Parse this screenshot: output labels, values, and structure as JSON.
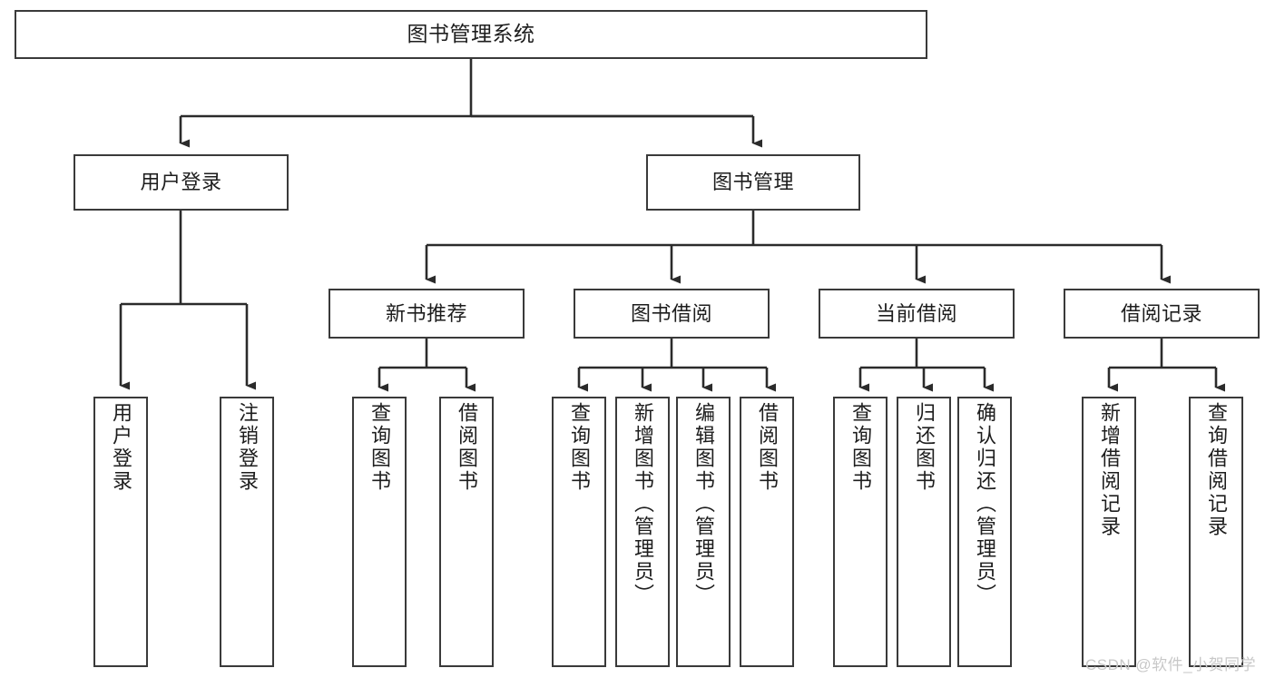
{
  "diagram": {
    "title": "图书管理系统",
    "type": "hierarchy-tree",
    "watermark": "CSDN @软件_小贺同学",
    "colors": {
      "box_border": "#3a3a3a",
      "connector": "#2b2b2b",
      "background": "#ffffff",
      "text": "#1d1d1d",
      "watermark": "#c8c8c8"
    },
    "nodes": {
      "root": {
        "label": "图书管理系统"
      },
      "level2": [
        {
          "id": "user-login",
          "label": "用户登录"
        },
        {
          "id": "book-management",
          "label": "图书管理"
        }
      ],
      "level3": [
        {
          "id": "new-book-recommend",
          "label": "新书推荐"
        },
        {
          "id": "book-borrow",
          "label": "图书借阅"
        },
        {
          "id": "current-borrow",
          "label": "当前借阅"
        },
        {
          "id": "borrow-record",
          "label": "借阅记录"
        }
      ],
      "leaves": {
        "user-login": [
          {
            "id": "leaf-user-login",
            "label": "用户登录"
          },
          {
            "id": "leaf-logout-login",
            "label": "注销登录"
          }
        ],
        "new-book-recommend": [
          {
            "id": "leaf-query-book-1",
            "label": "查询图书"
          },
          {
            "id": "leaf-borrow-book-1",
            "label": "借阅图书"
          }
        ],
        "book-borrow": [
          {
            "id": "leaf-query-book-2",
            "label": "查询图书"
          },
          {
            "id": "leaf-add-book",
            "label": "新增图书（管理员）"
          },
          {
            "id": "leaf-edit-book",
            "label": "编辑图书（管理员）"
          },
          {
            "id": "leaf-borrow-book-2",
            "label": "借阅图书"
          }
        ],
        "current-borrow": [
          {
            "id": "leaf-query-book-3",
            "label": "查询图书"
          },
          {
            "id": "leaf-return-book",
            "label": "归还图书"
          },
          {
            "id": "leaf-confirm-return",
            "label": "确认归还（管理员）"
          }
        ],
        "borrow-record": [
          {
            "id": "leaf-add-record",
            "label": "新增借阅记录"
          },
          {
            "id": "leaf-query-record",
            "label": "查询借阅记录"
          }
        ]
      }
    }
  }
}
